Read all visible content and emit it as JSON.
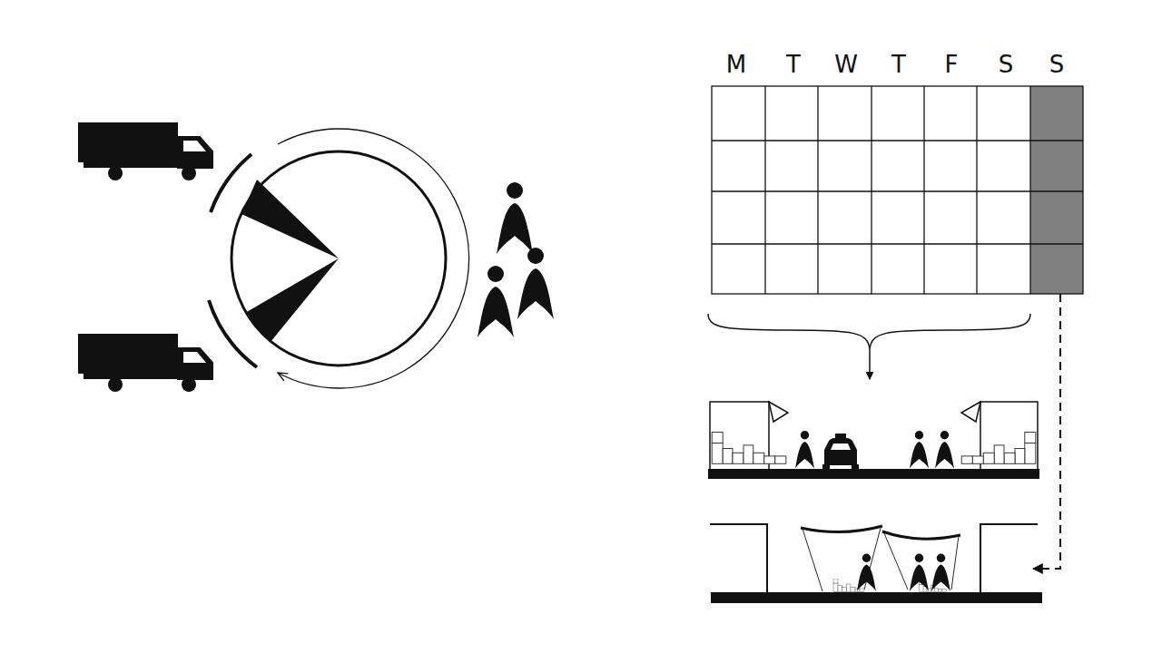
{
  "diagram": {
    "labels": [
      "M",
      "T",
      "W",
      "T",
      "F",
      "S",
      "S"
    ]
  }
}
